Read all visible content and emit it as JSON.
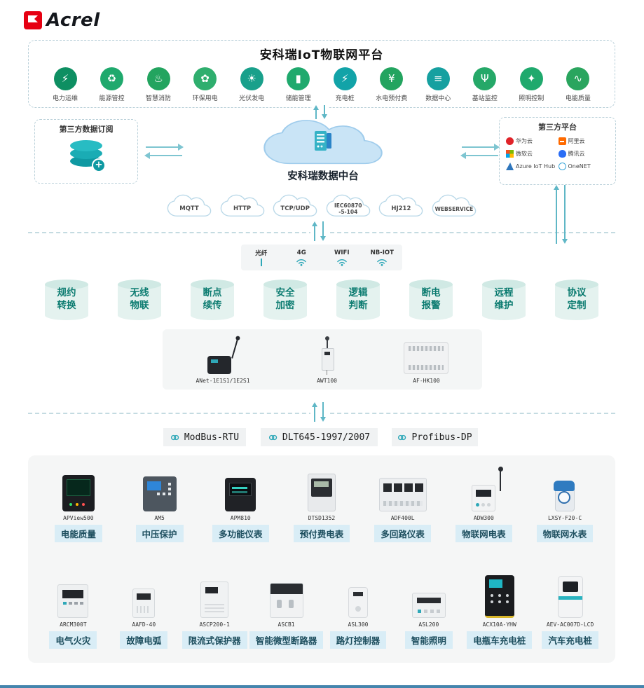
{
  "logo": {
    "brand": "Acrel"
  },
  "platform": {
    "title": "安科瑞IoT物联网平台",
    "apps": [
      {
        "label": "电力运维",
        "icon": "power-ops-icon",
        "glyph": "⚡",
        "color": "#0e8f62"
      },
      {
        "label": "能源管控",
        "icon": "energy-mgmt-icon",
        "glyph": "♻",
        "color": "#1fa96d"
      },
      {
        "label": "智慧消防",
        "icon": "smart-fire-icon",
        "glyph": "♨",
        "color": "#23a45f"
      },
      {
        "label": "环保用电",
        "icon": "eco-power-icon",
        "glyph": "✿",
        "color": "#2fae6e"
      },
      {
        "label": "光伏发电",
        "icon": "solar-pv-icon",
        "glyph": "☀",
        "color": "#19a08b"
      },
      {
        "label": "储能管理",
        "icon": "energy-storage-icon",
        "glyph": "▮",
        "color": "#1fa96d"
      },
      {
        "label": "充电桩",
        "icon": "charging-pile-icon",
        "glyph": "⚡",
        "color": "#12a3a8"
      },
      {
        "label": "水电预付费",
        "icon": "prepaid-icon",
        "glyph": "¥",
        "color": "#23a45f"
      },
      {
        "label": "数据中心",
        "icon": "datacenter-icon",
        "glyph": "≡",
        "color": "#16a0a0"
      },
      {
        "label": "基站监控",
        "icon": "base-station-icon",
        "glyph": "Ψ",
        "color": "#25a868"
      },
      {
        "label": "照明控制",
        "icon": "lighting-icon",
        "glyph": "✦",
        "color": "#1fa96d"
      },
      {
        "label": "电能质量",
        "icon": "power-quality-icon",
        "glyph": "∿",
        "color": "#2aa55e"
      }
    ]
  },
  "integration": {
    "left_box_title": "第三方数据订阅",
    "data_center_label": "安科瑞数据中台",
    "right_box_title": "第三方平台",
    "providers": [
      {
        "name": "华为云",
        "icon": "huawei-cloud-icon"
      },
      {
        "name": "阿里云",
        "icon": "alibaba-cloud-icon"
      },
      {
        "name": "微软云",
        "icon": "microsoft-cloud-icon"
      },
      {
        "name": "腾讯云",
        "icon": "tencent-cloud-icon"
      },
      {
        "name": "Azure IoT Hub",
        "icon": "azure-iot-hub-icon"
      },
      {
        "name": "OneNET",
        "icon": "onenet-icon"
      }
    ]
  },
  "protocol_clouds": [
    {
      "text": "MQTT"
    },
    {
      "text": "HTTP"
    },
    {
      "text": "TCP/UDP"
    },
    {
      "text": "IEC60870",
      "text2": "-5-104"
    },
    {
      "text": "HJ212"
    },
    {
      "text": "WEBSERVICE"
    }
  ],
  "connectivity": [
    {
      "label": "光纤",
      "icon": "fiber-icon"
    },
    {
      "label": "4G",
      "icon": "signal-4g-icon"
    },
    {
      "label": "WIFI",
      "icon": "wifi-icon"
    },
    {
      "label": "NB-IOT",
      "icon": "nb-iot-icon"
    }
  ],
  "functions": [
    "规约转换",
    "无线物联",
    "断点续传",
    "安全加密",
    "逻辑判断",
    "断电报警",
    "远程维护",
    "协议定制"
  ],
  "gateways": [
    {
      "model": "ANet-1E1S1/1E2S1"
    },
    {
      "model": "AWT100"
    },
    {
      "model": "AF-HK100"
    }
  ],
  "field_protocols": [
    {
      "label": "ModBus-RTU"
    },
    {
      "label": "DLT645-1997/2007"
    },
    {
      "label": "Profibus-DP"
    }
  ],
  "devices_row1": [
    {
      "model": "APView500",
      "label": "电能质量"
    },
    {
      "model": "AM5",
      "label": "中压保护"
    },
    {
      "model": "APM810",
      "label": "多功能仪表"
    },
    {
      "model": "DTSD1352",
      "label": "预付费电表"
    },
    {
      "model": "ADF400L",
      "label": "多回路仪表"
    },
    {
      "model": "ADW300",
      "label": "物联网电表"
    },
    {
      "model": "LXSY-F20-C",
      "label": "物联网水表"
    }
  ],
  "devices_row2": [
    {
      "model": "ARCM300T",
      "label": "电气火灾"
    },
    {
      "model": "AAFD-40",
      "label": "故障电弧"
    },
    {
      "model": "ASCP200-1",
      "label": "限流式保护器"
    },
    {
      "model": "ASCB1",
      "label": "智能微型断路器"
    },
    {
      "model": "ASL300",
      "label": "路灯控制器"
    },
    {
      "model": "ASL200",
      "label": "智能照明"
    },
    {
      "model": "ACX10A-YHW",
      "label": "电瓶车充电桩"
    },
    {
      "model": "AEV-AC007D-LCD",
      "label": "汽车充电桩"
    }
  ],
  "colors": {
    "accent_teal": "#2fa8b8",
    "brand_red": "#e60012",
    "chip_bg": "#d9edf6",
    "chip_text": "#1d4e5e",
    "cylinder_text": "#0b7b70"
  }
}
